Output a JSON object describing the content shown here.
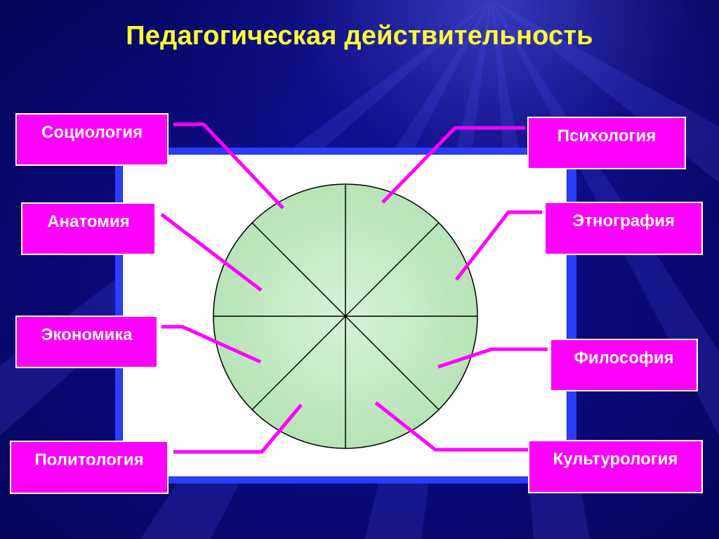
{
  "title": "Педагогическая действительность",
  "disciplines": {
    "sociology": "Социология",
    "anatomy": "Анатомия",
    "economics": "Экономика",
    "politology": "Политология",
    "psychology": "Психология",
    "ethnography": "Этнография",
    "philosophy": "Философия",
    "culturology": "Культурология"
  },
  "colors": {
    "background": "#0a0a80",
    "title": "#ffff33",
    "box_fill": "#ff00ff",
    "box_text": "#ffffff",
    "connector": "#ff00ff",
    "circle_fill": "#c8ecc8",
    "panel_border": "#2b3dff"
  }
}
